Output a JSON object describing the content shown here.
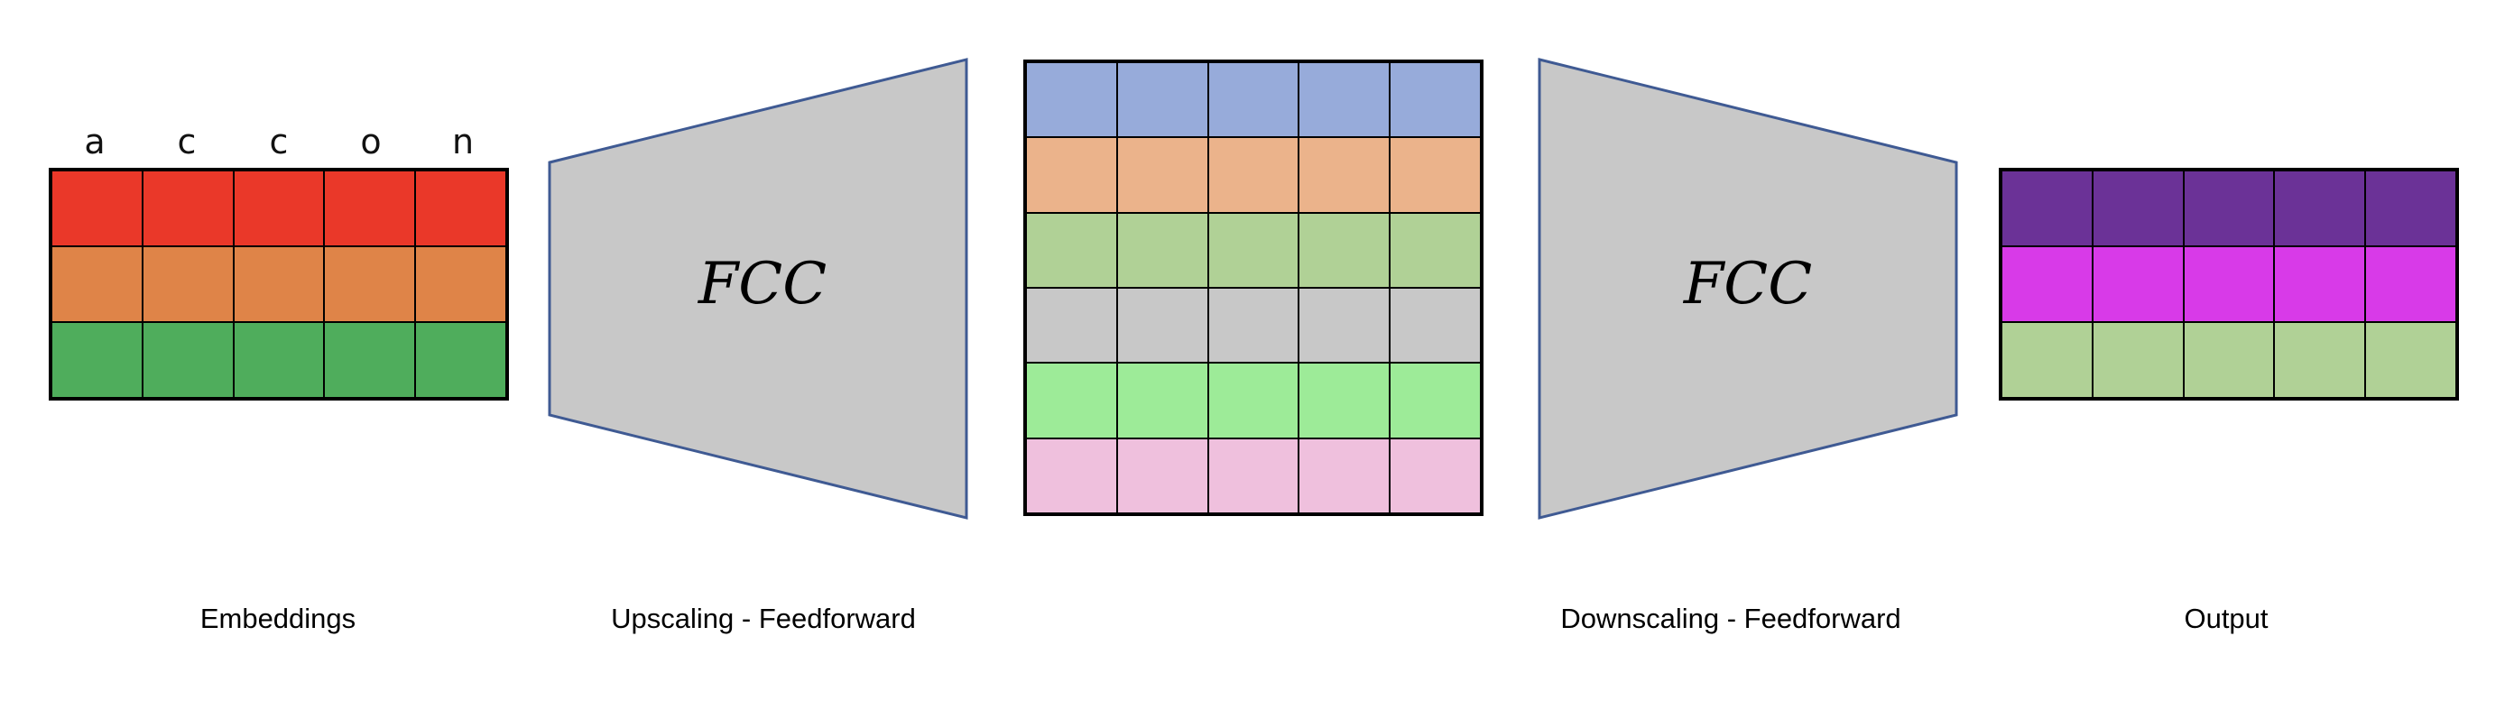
{
  "embeddings": {
    "letters": [
      "a",
      "c",
      "c",
      "o",
      "n"
    ],
    "row_colors": [
      "#ea3829",
      "#df8448",
      "#4fad5c"
    ],
    "caption": "Embeddings"
  },
  "upscaling": {
    "label": "FCC",
    "caption": "Upscaling - Feedforward"
  },
  "hidden": {
    "row_colors": [
      "#97abda",
      "#ebb38b",
      "#b0d196",
      "#c8c8c8",
      "#9deb98",
      "#efc0dd"
    ]
  },
  "downscaling": {
    "label": "FCC",
    "caption": "Downscaling - Feedforward"
  },
  "output": {
    "row_colors": [
      "#6b3297",
      "#d83ae8",
      "#b0d196"
    ],
    "caption": "Output"
  },
  "colors": {
    "funnel_fill": "#c8c8c8",
    "funnel_stroke": "#3f5a93"
  }
}
